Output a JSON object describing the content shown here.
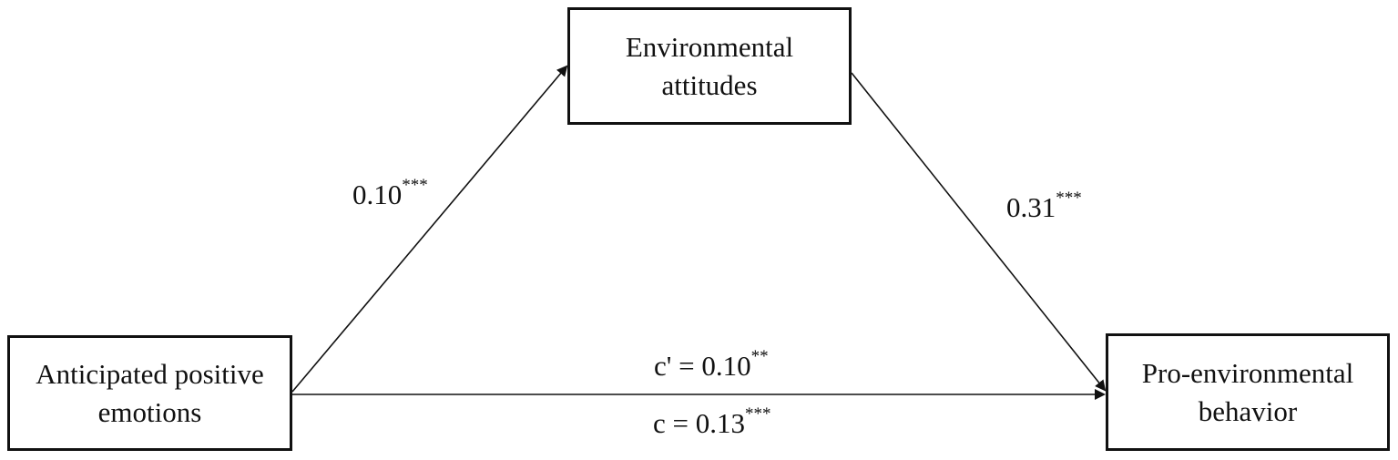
{
  "nodes": {
    "mediator": {
      "line1": "Environmental",
      "line2": "attitudes"
    },
    "predictor": {
      "line1": "Anticipated positive",
      "line2": "emotions"
    },
    "outcome": {
      "line1": "Pro-environmental",
      "line2": "behavior"
    }
  },
  "paths": {
    "a": {
      "value": "0.10",
      "sig": "***"
    },
    "b": {
      "value": "0.31",
      "sig": "***"
    },
    "c_prime": {
      "value": "c' = 0.10",
      "sig": "**"
    },
    "c": {
      "value": "c = 0.13",
      "sig": "***"
    }
  }
}
